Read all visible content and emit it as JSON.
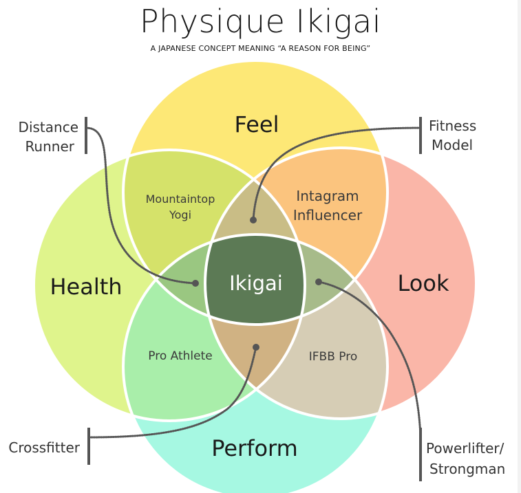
{
  "title": "Physique Ikigai",
  "subtitle": "A JAPANESE CONCEPT MEANING “A REASON FOR BEING”",
  "circles": {
    "feel": {
      "label": "Feel",
      "color": "#fde876"
    },
    "health": {
      "label": "Health",
      "color": "#dff48c"
    },
    "look": {
      "label": "Look",
      "color": "#fab6a8"
    },
    "perform": {
      "label": "Perform",
      "color": "#a6f8e2"
    }
  },
  "overlaps": {
    "feel_health": {
      "line1": "Mountaintop",
      "line2": "Yogi",
      "color": "#d5e26a"
    },
    "feel_look": {
      "line1": "Intagram",
      "line2": "Influencer",
      "color": "#fbc47e"
    },
    "health_perform": {
      "label": "Pro Athlete",
      "color": "#a9eeaa"
    },
    "look_perform": {
      "label": "IFBB Pro",
      "color": "#d6cdb5"
    },
    "feel_look_health": {
      "color": "#c9bd86"
    },
    "center": {
      "label": "Ikigai",
      "color": "#5c7a55"
    }
  },
  "callouts": {
    "distance_runner": {
      "line1": "Distance",
      "line2": "Runner"
    },
    "fitness_model": {
      "line1": "Fitness",
      "line2": "Model"
    },
    "crossfitter": {
      "label": "Crossfitter"
    },
    "powerlifter": {
      "line1": "Powerlifter/",
      "line2": "Strongman"
    }
  }
}
